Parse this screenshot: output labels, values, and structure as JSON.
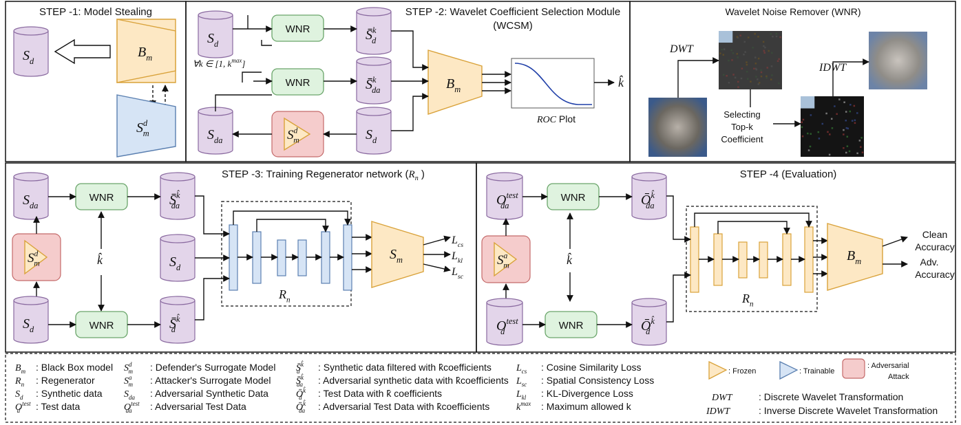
{
  "panels": {
    "step1_title": "STEP -1: Model Stealing",
    "step2_title": "STEP -2: Wavelet Coefficient Selection Module",
    "step2_subtitle": "(WCSM)",
    "wnr_title": "Wavelet Noise Remover (WNR)",
    "step3_title": "STEP -3: Training Regenerator network (",
    "step3_title_math": "R",
    "step3_title_sub": "n",
    "step3_title_end": " )",
    "step4_title": "STEP -4 (Evaluation)"
  },
  "labels": {
    "wnr": "WNR",
    "roc_plot": "Plot",
    "roc_math": "ROC",
    "forall": "∀k ∈ [1, k",
    "forall_sup": "max",
    "forall_end": "]",
    "dwt": "DWT",
    "idwt": "IDWT",
    "selecting1": "Selecting",
    "selecting2": "Top-k",
    "selecting3": "Coefficient",
    "clean1": "Clean",
    "clean2": "Accuracy",
    "adv1": "Adv.",
    "adv2": "Accuracy",
    "rn": "R",
    "rn_sub": "n",
    "khat": "k̂",
    "lcs": "cs",
    "lkl": "kl",
    "lsc": "sc"
  },
  "legend": {
    "col1": [
      {
        "sym": "B",
        "sub": "m",
        "text": ": Black Box model"
      },
      {
        "sym": "R",
        "sub": "n",
        "text": ": Regenerator"
      },
      {
        "sym": "S",
        "sub": "d",
        "text": ": Synthetic data"
      },
      {
        "sym": "O",
        "sub": "d",
        "sup": "test",
        "text": ": Test data"
      }
    ],
    "col2": [
      {
        "sym": "S",
        "sub": "m",
        "sup": "d",
        "text": ": Defender's Surrogate Model"
      },
      {
        "sym": "S",
        "sub": "m",
        "sup": "a",
        "text": ": Attacker's Surrogate Model"
      },
      {
        "sym": "S",
        "sub": "da",
        "text": ": Adversarial Synthetic Data"
      },
      {
        "sym": "O",
        "sub": "da",
        "sup": "test",
        "text": ": Adversarial Test Data"
      }
    ],
    "col3": [
      {
        "sym": "S̄",
        "sub": "d",
        "sup": "k̂",
        "text": ": Synthetic data filtered with k̂coefficients"
      },
      {
        "sym": "S̄",
        "sub": "da",
        "sup": "k̂",
        "text": ": Adversarial synthetic data with k̂coefficients"
      },
      {
        "sym": "Ō",
        "sub": "d",
        "sup": "k̂",
        "text": ": Test Data with k̂ coefficients"
      },
      {
        "sym": "Ō",
        "sub": "da",
        "sup": "k̂",
        "text": ": Adversarial Test Data with k̂coefficients"
      }
    ],
    "col4": [
      {
        "sym": "L",
        "sub": "cs",
        "text": ": Cosine Similarity Loss"
      },
      {
        "sym": "L",
        "sub": "sc",
        "text": ": Spatial Consistency Loss"
      },
      {
        "sym": "L",
        "sub": "kl",
        "text": ": KL-Divergence Loss"
      },
      {
        "sym": "k",
        "sup": "max",
        "text": ": Maximum allowed k"
      }
    ],
    "frozen": ": Frozen",
    "trainable": ": Trainable",
    "adv_attack1": ": Adversarial",
    "adv_attack2": "Attack",
    "dwt_def": ": Discrete Wavelet Transformation",
    "idwt_def": ": Inverse Discrete Wavelet Transformation"
  },
  "colors": {
    "db_fill": "#e3d5ea",
    "db_stroke": "#8a6aa0",
    "wnr_fill": "#dff3df",
    "wnr_stroke": "#6aa56a",
    "frozen_fill": "#fde8c4",
    "frozen_stroke": "#d9a23a",
    "train_fill": "#d6e4f5",
    "train_stroke": "#5a7fb0",
    "adv_fill": "#f5cccc",
    "adv_stroke": "#c46a6a",
    "roc_line": "#1f3fa8"
  }
}
